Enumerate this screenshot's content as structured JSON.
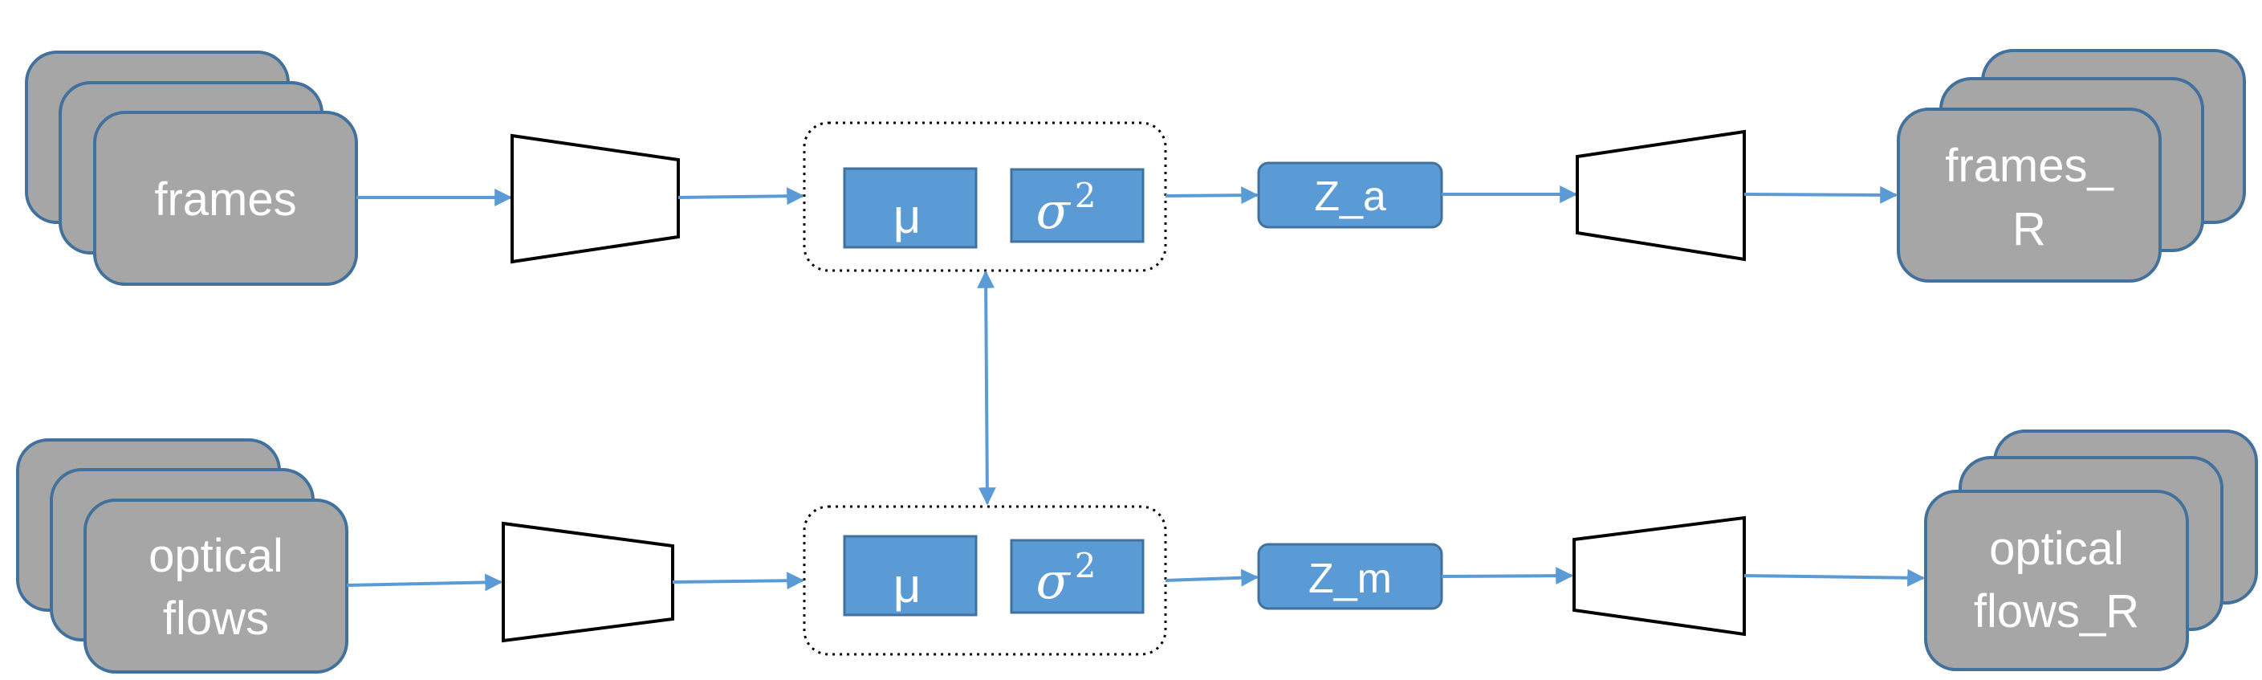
{
  "colors": {
    "stack_fill": "#a6a6a6",
    "stack_stroke": "#41719c",
    "param_fill": "#5b9bd5",
    "param_stroke": "#41719c",
    "arrow": "#5b9bd5",
    "trapezoid_stroke": "#000000"
  },
  "top_row": {
    "input_label": "frames",
    "mu_label": "μ",
    "sigma_label": "σ",
    "sigma_exponent": "2",
    "latent_label": "Z_a",
    "output_label_line1": "frames_",
    "output_label_line2": "R"
  },
  "bottom_row": {
    "input_label_line1": "optical",
    "input_label_line2": "flows",
    "mu_label": "μ",
    "sigma_label": "σ",
    "sigma_exponent": "2",
    "latent_label": "Z_m",
    "output_label_line1": "optical",
    "output_label_line2": "flows_R"
  }
}
